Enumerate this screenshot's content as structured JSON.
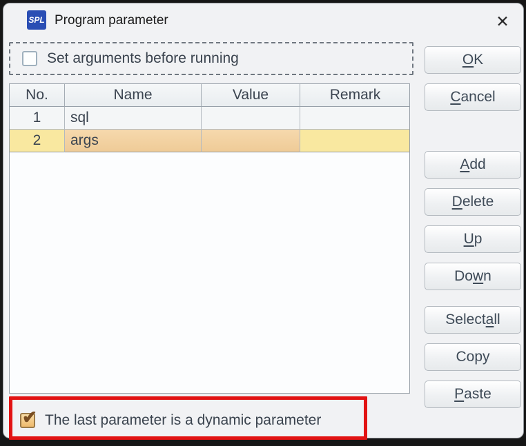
{
  "window": {
    "title": "Program parameter",
    "app_icon_text": "SPL",
    "close_glyph": "✕"
  },
  "options": {
    "set_arguments": {
      "label": "Set arguments before running",
      "checked": false
    },
    "dynamic_param": {
      "label": "The last parameter is a dynamic parameter",
      "checked": true,
      "check_glyph": "✔"
    }
  },
  "table": {
    "columns": [
      "No.",
      "Name",
      "Value",
      "Remark"
    ],
    "rows": [
      {
        "no": "1",
        "name": "sql",
        "value": "",
        "remark": "",
        "selected": false
      },
      {
        "no": "2",
        "name": "args",
        "value": "",
        "remark": "",
        "selected": true
      }
    ]
  },
  "right_buttons": [
    {
      "text": "OK",
      "underline_index": 0
    },
    {
      "text": "Cancel",
      "underline_index": 0
    },
    {
      "text": "Add",
      "underline_index": 0
    },
    {
      "text": "Delete",
      "underline_index": 0
    },
    {
      "text": "Up",
      "underline_index": 0
    },
    {
      "text": "Down",
      "underline_index": 2
    },
    {
      "text": "Select all",
      "underline_index": 7
    },
    {
      "text": "Copy",
      "underline_index": -1
    },
    {
      "text": "Paste",
      "underline_index": 0
    }
  ],
  "colors": {
    "app_icon_bg": "#2a4eb4",
    "selected_row_yellow": "#f9e8a0",
    "selected_cell_orange": "#f1d0a0",
    "annotation_red": "#e21313"
  }
}
